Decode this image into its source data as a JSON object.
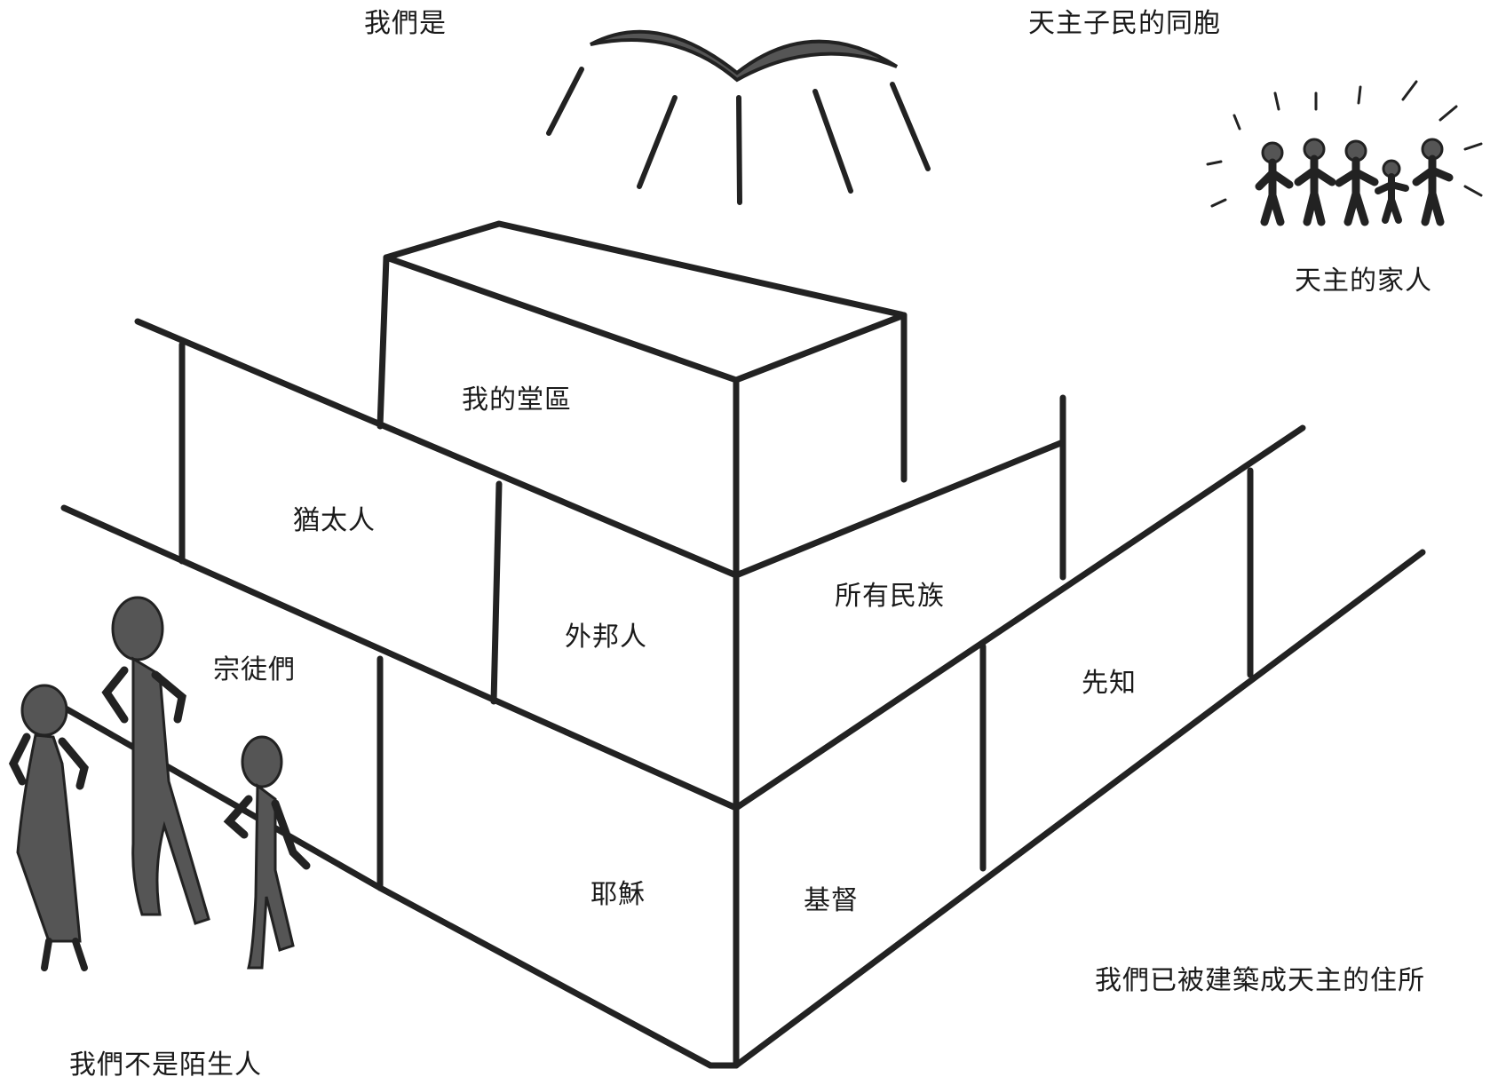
{
  "labels": {
    "we_are": "我們是",
    "fellow_citizens": "天主子民的同胞",
    "family_of_god": "天主的家人",
    "my_parish": "我的堂區",
    "jews": "猶太人",
    "gentiles": "外邦人",
    "all_nations": "所有民族",
    "apostles": "宗徒們",
    "prophets": "先知",
    "jesus": "耶穌",
    "christ": "基督",
    "built_into_dwelling": "我們已被建築成天主的住所",
    "not_strangers": "我們不是陌生人"
  },
  "colors": {
    "line": "#222222",
    "figure_fill": "#555555",
    "background": "#ffffff"
  },
  "icons": [
    "open-book-icon",
    "family-group-icon",
    "people-figures-icon"
  ]
}
